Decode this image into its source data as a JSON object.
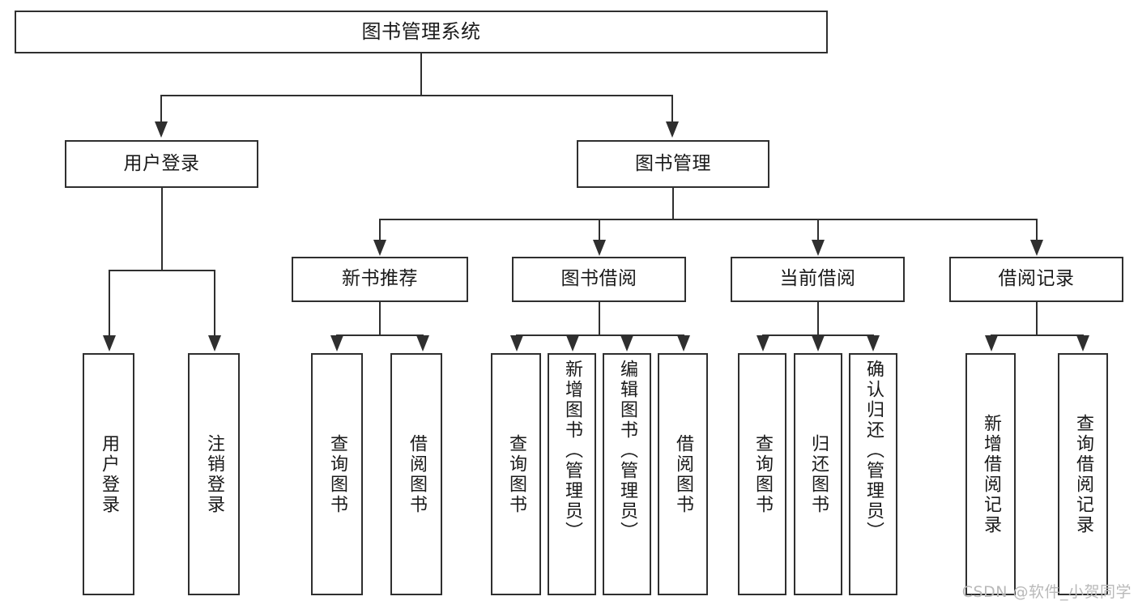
{
  "diagram": {
    "title": "图书管理系统",
    "type": "tree-hierarchy",
    "levels": {
      "root": {
        "label": "图书管理系统"
      },
      "level2": [
        {
          "label": "用户登录"
        },
        {
          "label": "图书管理"
        }
      ],
      "level3": [
        {
          "label": "新书推荐"
        },
        {
          "label": "图书借阅"
        },
        {
          "label": "当前借阅"
        },
        {
          "label": "借阅记录"
        }
      ],
      "leaves_user_login": [
        {
          "label": "用户登录"
        },
        {
          "label": "注销登录"
        }
      ],
      "leaves_new_books": [
        {
          "label": "查询图书"
        },
        {
          "label": "借阅图书"
        }
      ],
      "leaves_borrow": [
        {
          "label": "查询图书"
        },
        {
          "label": "新增图书（管理员）"
        },
        {
          "label": "编辑图书（管理员）"
        },
        {
          "label": "借阅图书"
        }
      ],
      "leaves_current": [
        {
          "label": "查询图书"
        },
        {
          "label": "归还图书"
        },
        {
          "label": "确认归还（管理员）"
        }
      ],
      "leaves_records": [
        {
          "label": "新增借阅记录"
        },
        {
          "label": "查询借阅记录"
        }
      ]
    }
  },
  "watermark": {
    "text": "CSDN @软件_小贺同学"
  },
  "colors": {
    "border": "#2f2f2f",
    "box_fill": "#ffffff",
    "text": "#1a1a1a",
    "watermark": "#b9b9b9",
    "page_background": "#ffffff"
  }
}
